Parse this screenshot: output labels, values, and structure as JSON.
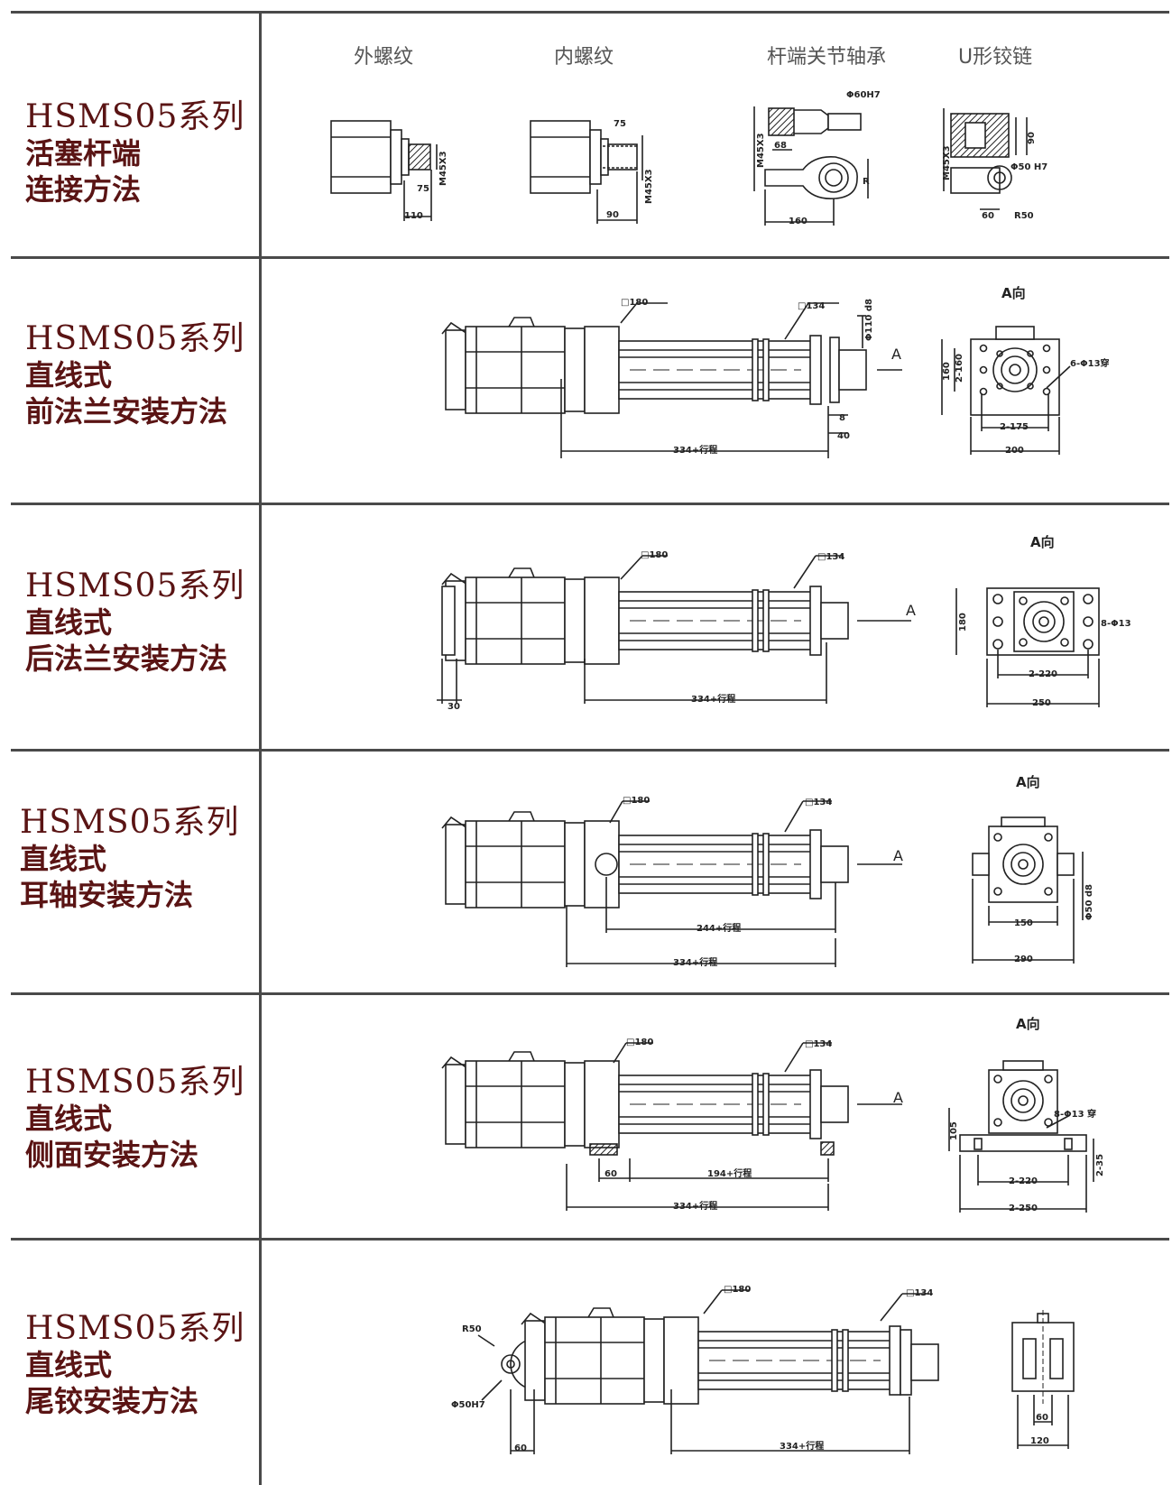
{
  "sections": [
    {
      "series": "HSMS05系列",
      "line1": "活塞杆端",
      "line2": "连接方法"
    },
    {
      "series": "HSMS05系列",
      "line1": "直线式",
      "line2": "前法兰安装方法"
    },
    {
      "series": "HSMS05系列",
      "line1": "直线式",
      "line2": "后法兰安装方法"
    },
    {
      "series": "HSMS05系列",
      "line1": "直线式",
      "line2": "耳轴安装方法"
    },
    {
      "series": "HSMS05系列",
      "line1": "直线式",
      "line2": "侧面安装方法"
    },
    {
      "series": "HSMS05系列",
      "line1": "直线式",
      "line2": "尾铰安装方法"
    }
  ],
  "rod_end": {
    "captions": [
      "外螺纹",
      "内螺纹",
      "杆端关节轴承",
      "U形铰链"
    ],
    "dims": {
      "ext_len": "110",
      "ext_75": "75",
      "ext_thread": "M45X3",
      "int_75": "75",
      "int_len": "90",
      "int_thread": "M45X3",
      "bearing_hole": "Φ60H7",
      "bearing_thread": "M45X3",
      "bearing_68": "68",
      "bearing_len": "160",
      "bearing_r": "R",
      "clevis_thread": "M45X3",
      "clevis_pin": "Φ50 H7",
      "clevis_60": "60",
      "clevis_r": "R50",
      "clevis_90": "90"
    }
  },
  "front_flange": {
    "view": "A向",
    "arrow": "A",
    "body": "□180",
    "tube": "□134",
    "rod_dia": "Φ110 d8",
    "stroke": "334+行程",
    "d8": "8",
    "d40": "40",
    "height": "160",
    "pitch_v": "2-160",
    "holes": "6-Φ13穿",
    "pitch_h": "2-175",
    "width": "200"
  },
  "rear_flange": {
    "view": "A向",
    "arrow": "A",
    "body": "□180",
    "tube": "□134",
    "d30": "30",
    "stroke": "334+行程",
    "height": "180",
    "holes": "8-Φ13",
    "pitch_h": "2-220",
    "width": "250"
  },
  "trunnion": {
    "view": "A向",
    "arrow": "A",
    "body": "□180",
    "tube": "□134",
    "stroke_inner": "244+行程",
    "stroke": "334+行程",
    "pin": "Φ50 d8",
    "inner": "150",
    "width": "290"
  },
  "side": {
    "view": "A向",
    "arrow": "A",
    "body": "□180",
    "tube": "□134",
    "d60": "60",
    "stroke_inner": "194+行程",
    "stroke": "334+行程",
    "holes": "8-Φ13 穿",
    "height": "105",
    "pitch_v": "2-35",
    "pitch_h": "2-220",
    "width": "2-250"
  },
  "rear_clevis": {
    "radius": "R50",
    "body": "□180",
    "tube": "□134",
    "pin": "Φ50H7",
    "d60": "60",
    "stroke": "334+行程",
    "d60b": "60",
    "d120": "120"
  }
}
